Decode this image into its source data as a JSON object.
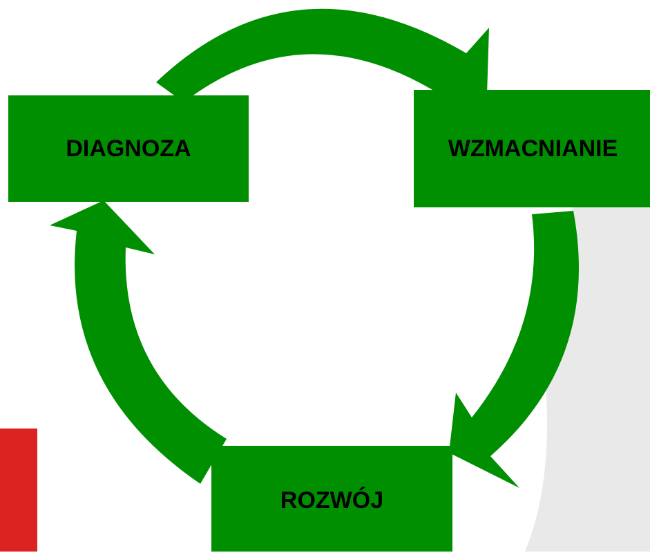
{
  "diagram": {
    "nodes": [
      {
        "id": "diagnoza",
        "label": "DIAGNOZA"
      },
      {
        "id": "wzmacnianie",
        "label": "WZMACNIANIE"
      },
      {
        "id": "rozwoj",
        "label": "ROZWÓJ"
      }
    ],
    "edges": [
      {
        "from": "diagnoza",
        "to": "wzmacnianie"
      },
      {
        "from": "wzmacnianie",
        "to": "rozwoj"
      },
      {
        "from": "rozwoj",
        "to": "diagnoza"
      }
    ]
  },
  "colors": {
    "node_fill": "#008f00",
    "arrow_fill": "#008f00",
    "text": "#000000",
    "accent_red": "#dd2222",
    "background_gray": "#e9e9e9"
  }
}
